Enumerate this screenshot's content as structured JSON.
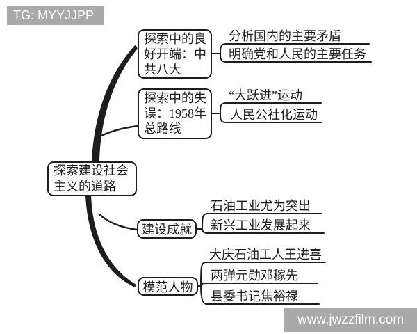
{
  "watermarks": {
    "top": "TG: MYYJJPP",
    "bottom": "www.jwzzfilm.com"
  },
  "colors": {
    "line": "#1d1d1d",
    "watermark_bg": "#a9a9a9",
    "watermark_text": "#ffffff",
    "background": "#ffffff"
  },
  "mindmap": {
    "root_label": "探索建设社会\n主义的道路",
    "branches": [
      {
        "label": "探索中的良\n好开端：中\n共八大",
        "children": [
          "分析国内的主要矛盾",
          "明确党和人民的主要任务"
        ]
      },
      {
        "label": "探索中的失\n误：1958年\n总路线",
        "children": [
          "“大跃进”运动",
          "人民公社化运动"
        ]
      },
      {
        "label": "建设成就",
        "children": [
          "石油工业尤为突出",
          "新兴工业发展起来"
        ]
      },
      {
        "label": "模范人物",
        "children": [
          "大庆石油工人王进喜",
          "两弹元勋邓稼先",
          "县委书记焦裕禄"
        ]
      }
    ]
  }
}
